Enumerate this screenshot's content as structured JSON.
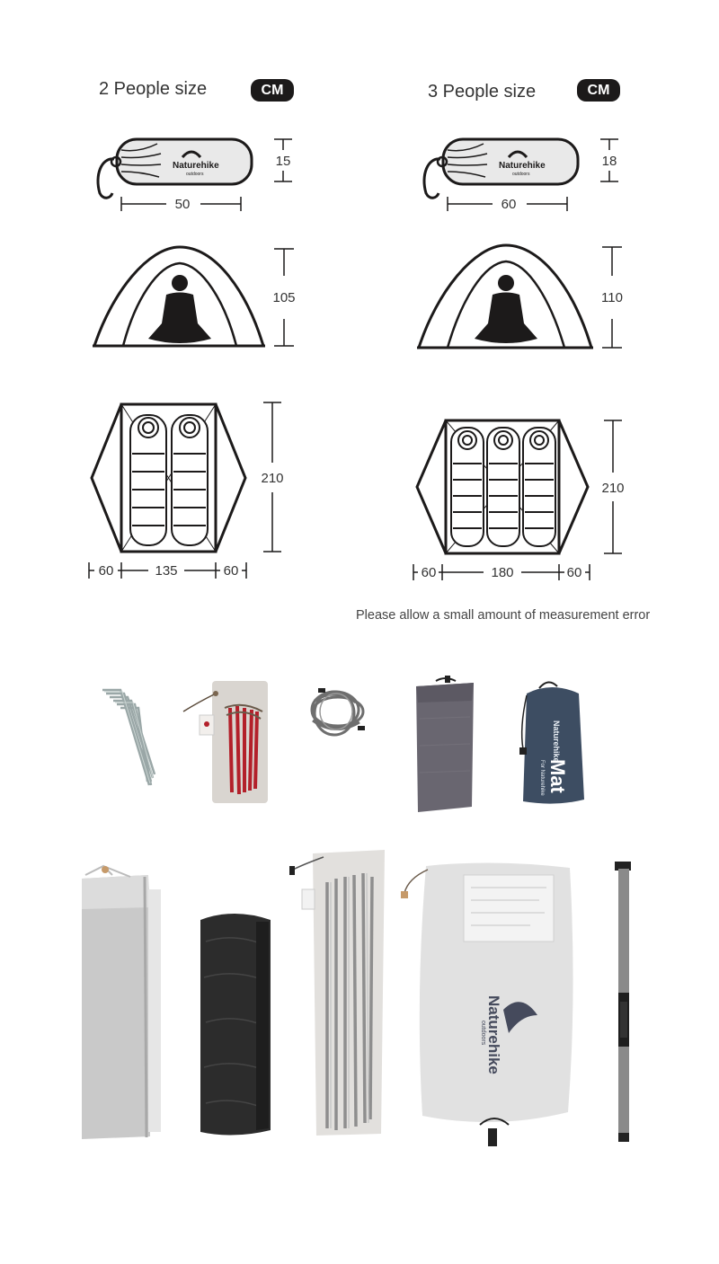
{
  "left": {
    "title": "2 People size",
    "unit": "CM",
    "bag": {
      "length": "50",
      "height": "15",
      "logo": "Naturehike",
      "logo_sub": "outdoors"
    },
    "tent_height": "105",
    "floor": {
      "length": "210",
      "vestibule_left": "60",
      "width": "135",
      "vestibule_right": "60"
    }
  },
  "right": {
    "title": "3 People size",
    "unit": "CM",
    "bag": {
      "length": "60",
      "height": "18",
      "logo": "Naturehike",
      "logo_sub": "outdoors"
    },
    "tent_height": "110",
    "floor": {
      "length": "210",
      "vestibule_left": "60",
      "width": "180",
      "vestibule_right": "60"
    }
  },
  "note": "Please allow a small amount of measurement error",
  "accessories": {
    "mat_bag": {
      "brand": "Naturehike",
      "label": "Mat",
      "sub": "For Naturehike"
    },
    "tent_bag": {
      "brand": "Naturehike",
      "sub": "outdoors"
    }
  },
  "colors": {
    "ink": "#1c1a1a",
    "stake_red": "#b3202a",
    "mat_blue": "#3d4d62"
  }
}
